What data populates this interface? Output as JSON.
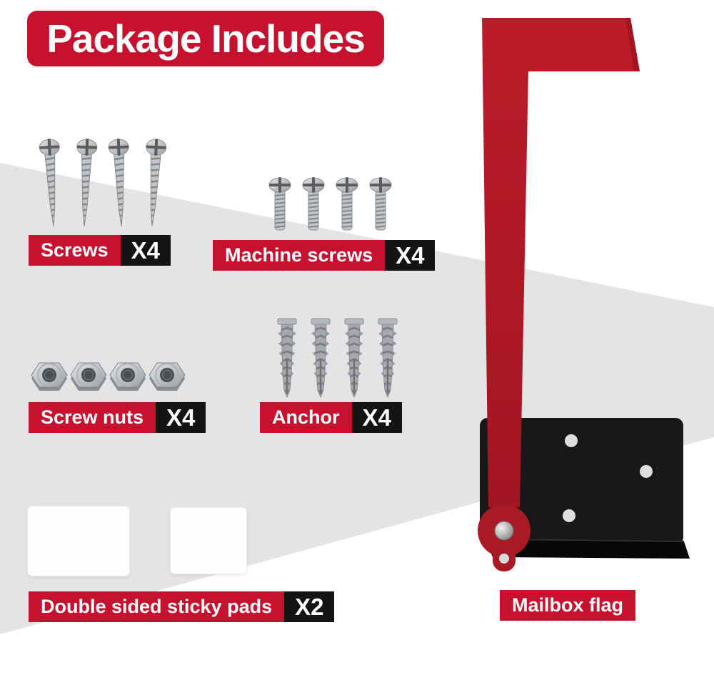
{
  "page": {
    "title": "Package Includes"
  },
  "colors": {
    "banner_red": "#c6122f",
    "flag_red": "#b21d28",
    "badge_black": "#141414",
    "background_gray": "#e4e4e4",
    "background_white": "#ffffff"
  },
  "items": [
    {
      "icon": "wood-screw-icon",
      "name": "Screws",
      "qty": "X4"
    },
    {
      "icon": "machine-screw-icon",
      "name": "Machine screws",
      "qty": "X4"
    },
    {
      "icon": "hex-nut-icon",
      "name": "Screw nuts",
      "qty": "X4"
    },
    {
      "icon": "wall-anchor-icon",
      "name": "Anchor",
      "qty": "X4"
    },
    {
      "icon": "sticky-pad-icon",
      "name": "Double sided sticky pads",
      "qty": "X2"
    },
    {
      "icon": "mailbox-flag-icon",
      "name": "Mailbox flag",
      "qty": ""
    }
  ]
}
